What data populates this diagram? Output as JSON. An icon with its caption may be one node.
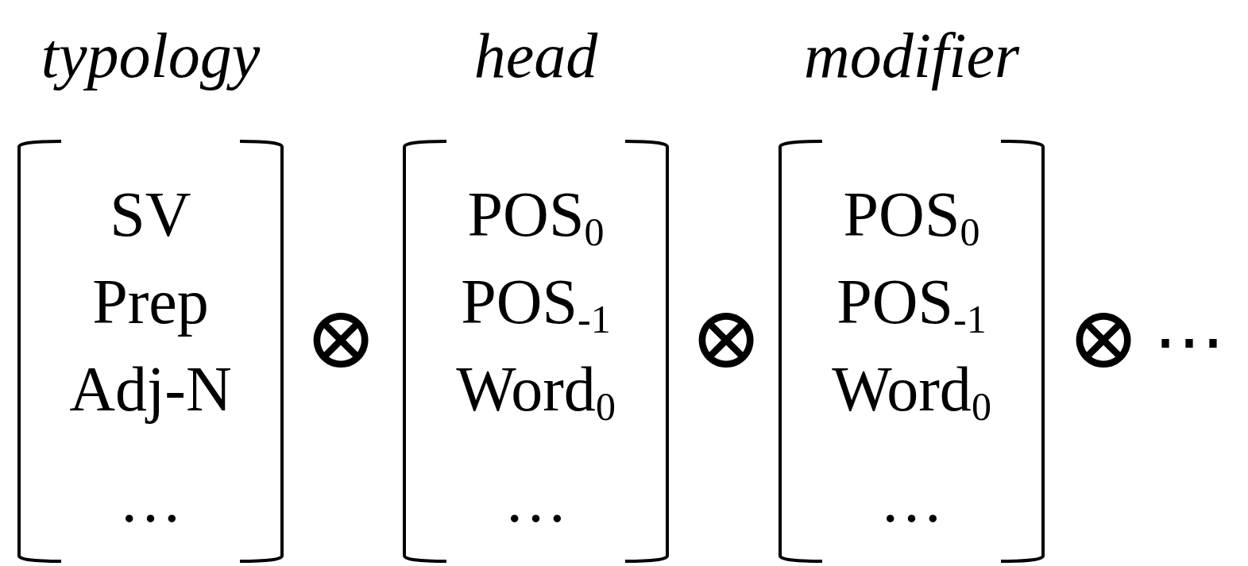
{
  "diagram": {
    "nodes": [
      {
        "text": [
          "typology",
          "SV",
          "Prep",
          "Adj-N",
          "…"
        ]
      },
      {
        "text": [
          "head",
          "POS$_{0}$",
          "POS$_{-1}$",
          "Word$_{0}$",
          "…"
        ]
      },
      {
        "text": [
          "modifier",
          "POS$_{0}$",
          "POS$_{-1}$",
          "Word$_{0}$",
          "…"
        ]
      }
    ],
    "labels": [
      "⊗",
      "⊗",
      "⊗",
      "⋯"
    ]
  }
}
